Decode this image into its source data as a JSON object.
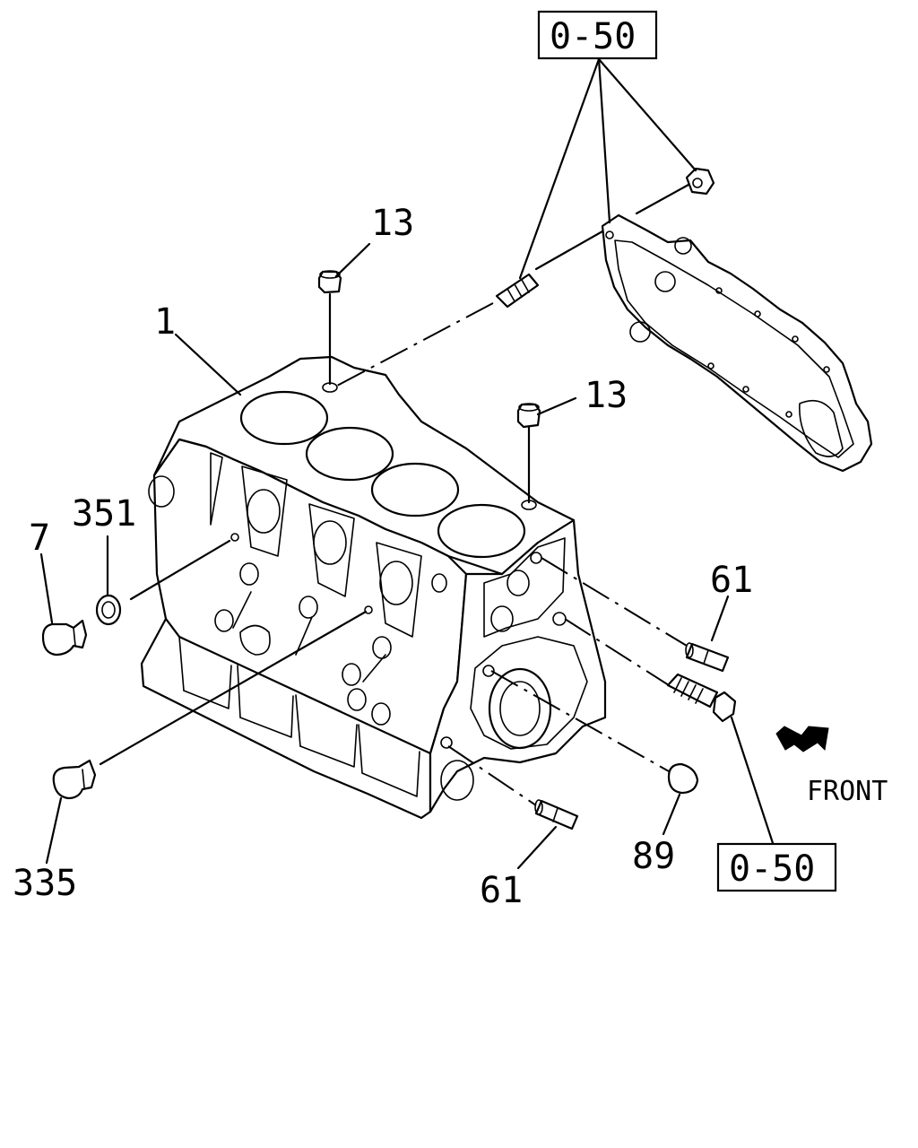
{
  "callouts": {
    "block": "1",
    "plug_left": "7",
    "washer": "351",
    "plug_lower": "335",
    "cap_top": "13",
    "cap_mid": "13",
    "dowel_right": "61",
    "dowel_bottom": "61",
    "plug_front": "89"
  },
  "references": {
    "top": "0-50",
    "bottom": "0-50"
  },
  "direction": {
    "label": "FRONT"
  }
}
